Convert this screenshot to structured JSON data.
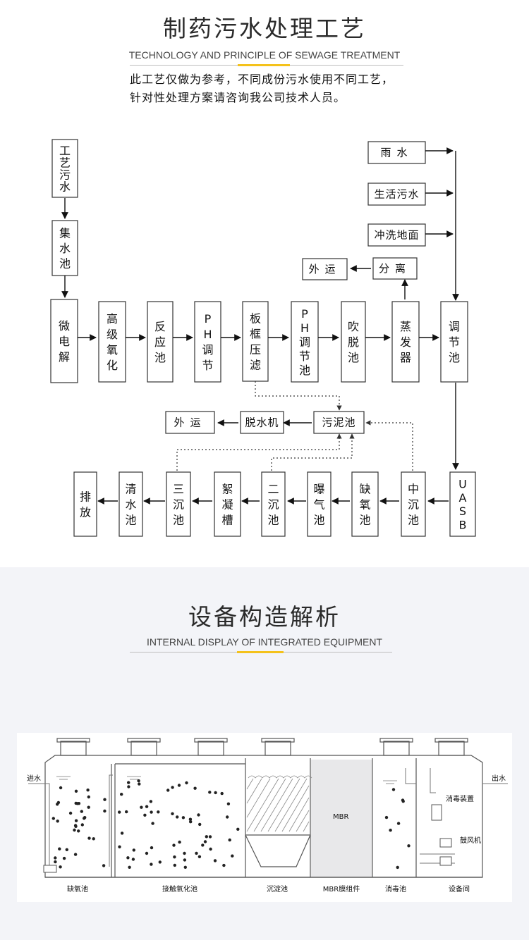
{
  "section1": {
    "title": "制药污水处理工艺",
    "subtitle": "TECHNOLOGY AND PRINCIPLE OF SEWAGE TREATMENT",
    "note_line1": "此工艺仅做为参考，不同成份污水使用不同工艺，",
    "note_line2": "针对性处理方案请咨询我公司技术人员。"
  },
  "flow": {
    "process_wastewater": "工艺污水",
    "collection_tank": "集水池",
    "micro_electrolysis": "微电解",
    "advanced_oxidation": "高级氧化",
    "reaction_tank": "反应池",
    "ph_adjust_1": "PH调节",
    "plate_frame_filter": "板框压滤",
    "ph_adjust_tank": "PH调节池",
    "stripping_tank": "吹脱池",
    "evaporator": "蒸发器",
    "equalization_tank": "调节池",
    "separation": "分离",
    "transport_out_1": "外运",
    "rain_water": "雨水",
    "domestic_sewage": "生活污水",
    "floor_washing": "冲洗地面",
    "sludge_tank": "污泥池",
    "dewatering_machine": "脱水机",
    "transport_out_2": "外运",
    "uasb": "UASB",
    "middle_settling": "中沉池",
    "anoxic_tank": "缺氧池",
    "aeration_tank": "曝气池",
    "secondary_settling": "二沉池",
    "flocculation_tank": "絮凝槽",
    "tertiary_settling": "三沉池",
    "clear_water_tank": "清水池",
    "discharge": "排放"
  },
  "section2": {
    "title": "设备构造解析",
    "subtitle": "INTERNAL DISPLAY OF INTEGRATED EQUIPMENT"
  },
  "equipment": {
    "inlet": "进水",
    "outlet": "出水",
    "mbr_label": "MBR",
    "disinfection_device": "消毒装置",
    "blower": "鼓风机",
    "zone_anoxic": "缺氧池",
    "zone_contact_oxidation": "接触氧化池",
    "zone_sedimentation": "沉淀池",
    "zone_mbr_module": "MBR膜组件",
    "zone_disinfection": "消毒池",
    "zone_equipment_room": "设备间"
  },
  "colors": {
    "accent": "#f4c21b",
    "bottom_bg": "#f3f4f8"
  }
}
